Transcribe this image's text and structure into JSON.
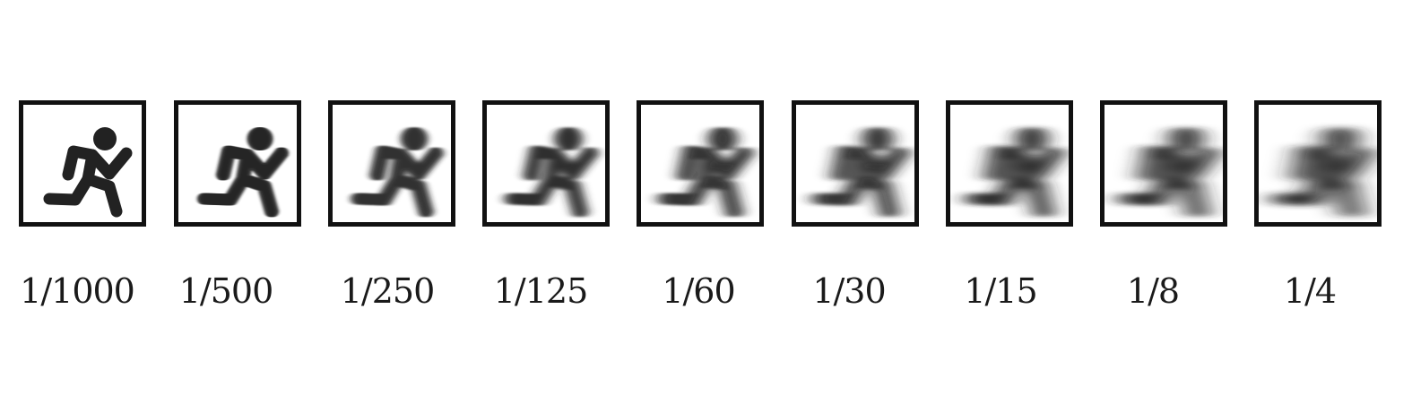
{
  "figure": {
    "icon": "running-person-icon",
    "ink_color": "#222222",
    "frame_color": "#111111"
  },
  "shutter_speeds": [
    {
      "label": "1/1000",
      "blur": 0
    },
    {
      "label": "1/500",
      "blur": 1
    },
    {
      "label": "1/250",
      "blur": 2
    },
    {
      "label": "1/125",
      "blur": 3
    },
    {
      "label": "1/60",
      "blur": 4
    },
    {
      "label": "1/30",
      "blur": 5
    },
    {
      "label": "1/15",
      "blur": 6
    },
    {
      "label": "1/8",
      "blur": 7
    },
    {
      "label": "1/4",
      "blur": 8
    }
  ]
}
